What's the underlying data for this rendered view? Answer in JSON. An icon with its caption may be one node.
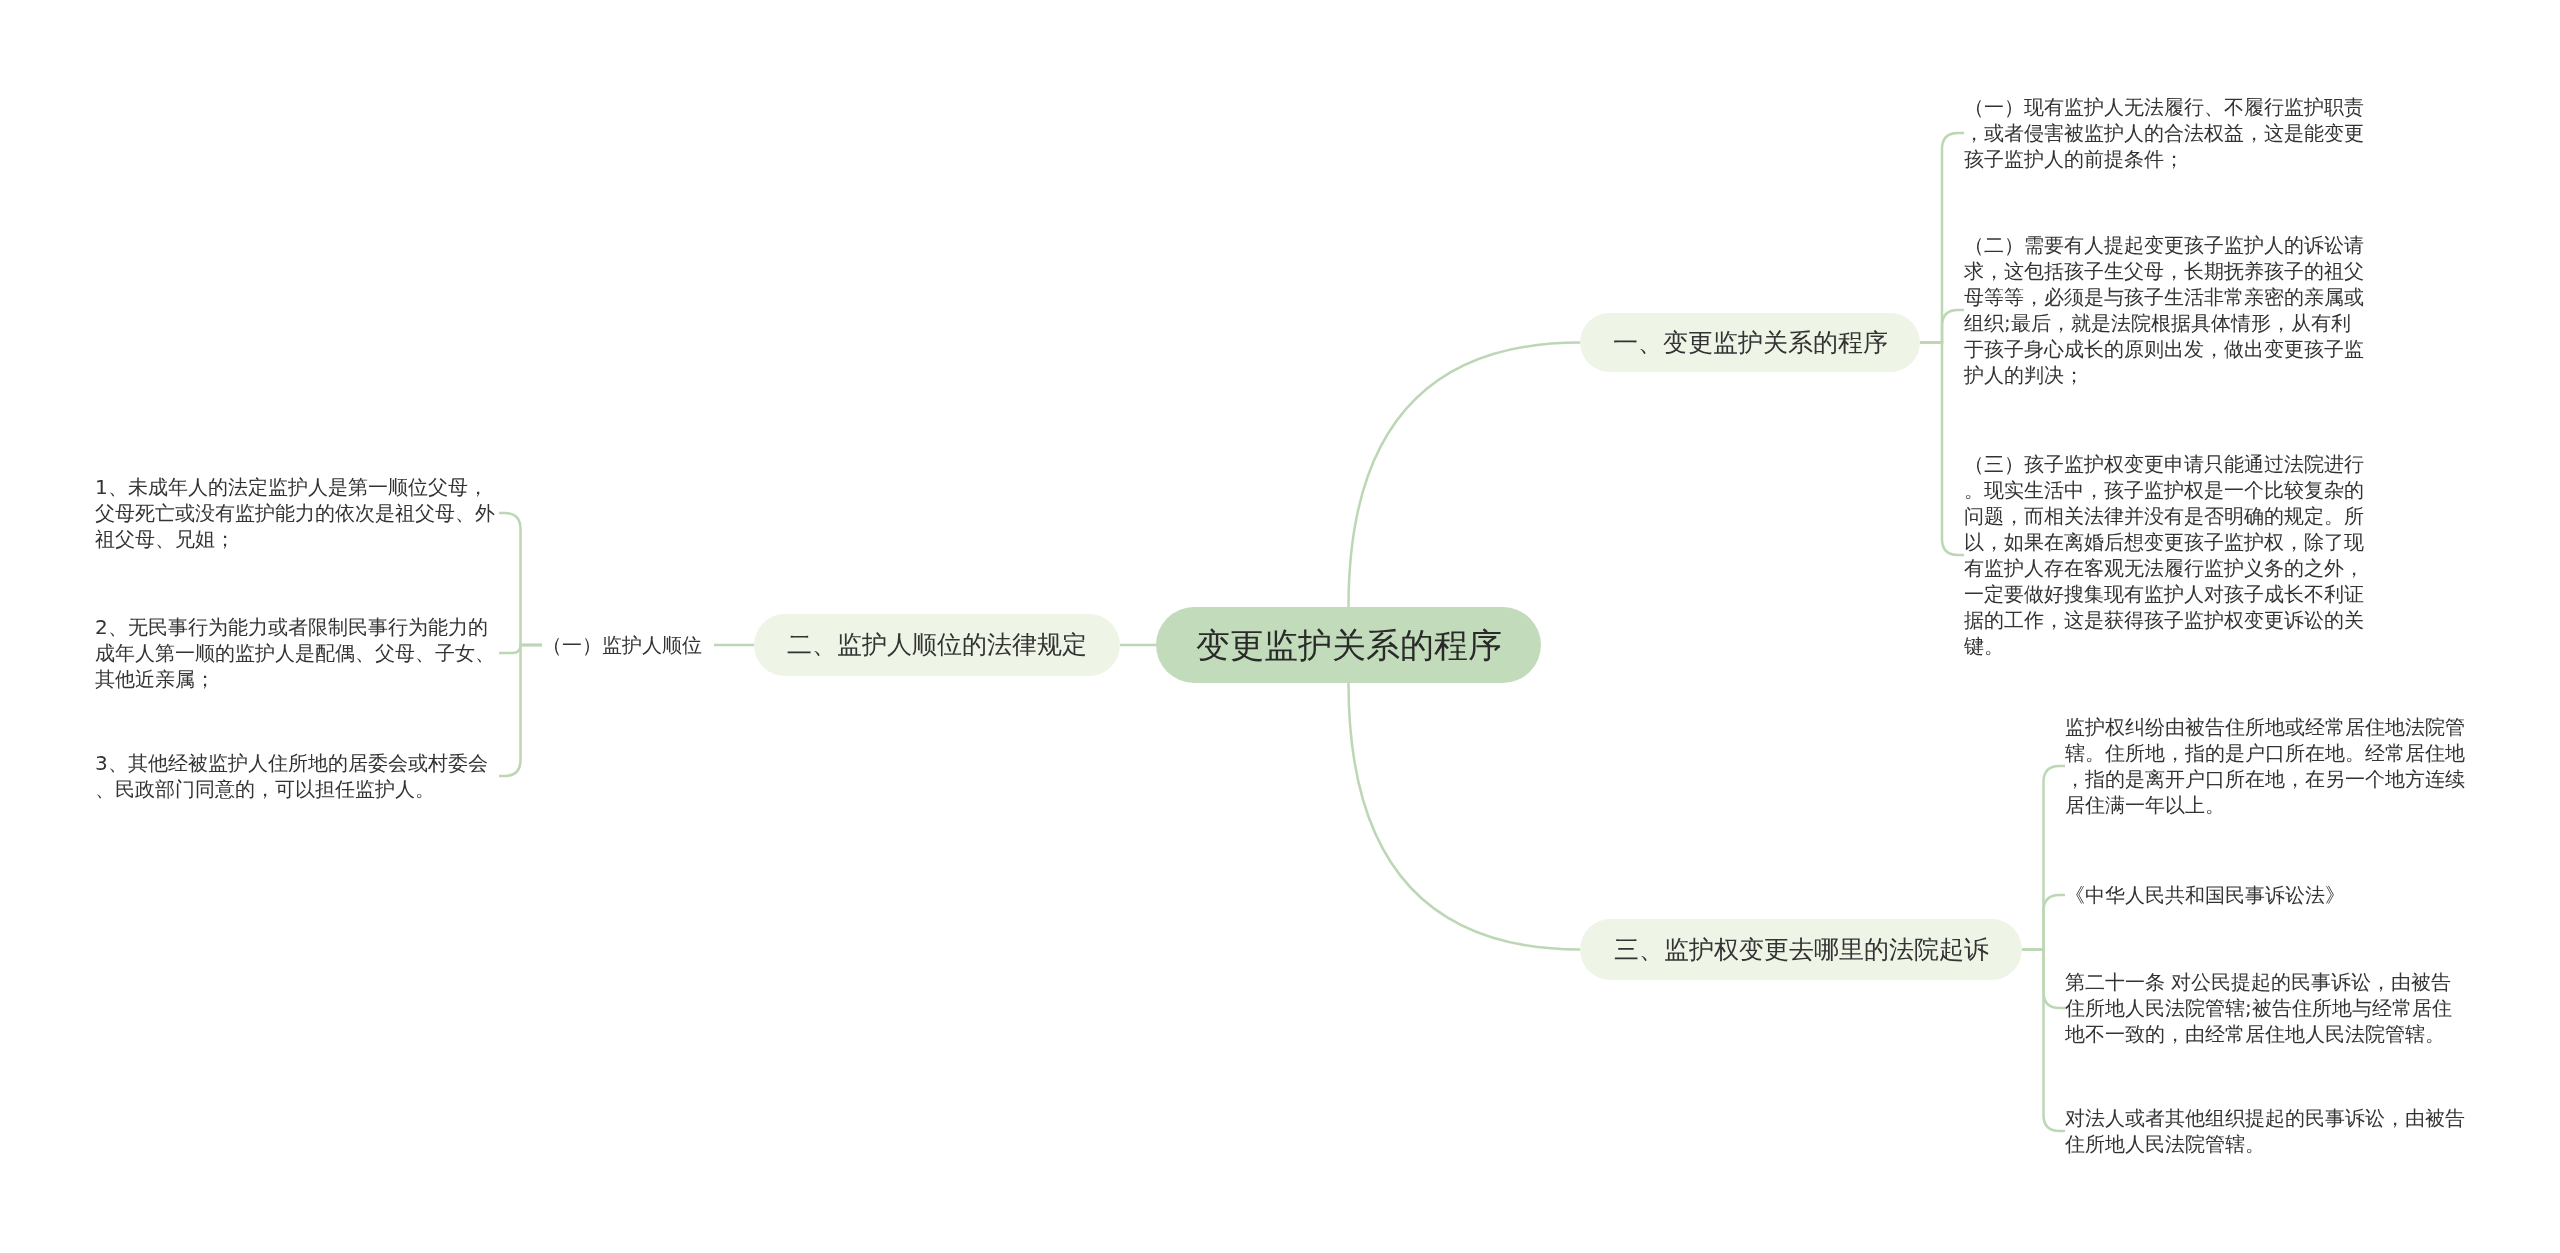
{
  "diagram": {
    "nodes": [
      {
        "text": [
          "变更监护关系的程序"
        ]
      },
      {
        "text": [
          "一、变更监护关系的程序"
        ]
      },
      {
        "text": [
          "（一）现有监护人无法履行、不履行监护职责，或者侵害被监护人的合法权益，这是能变更孩子监护人的前提条件；"
        ]
      },
      {
        "text": [
          "（二）需要有人提起变更孩子监护人的诉讼请求，这包括孩子生父母，长期抚养孩子的祖父母等等，必须是与孩子生活非常亲密的亲属或组织;最后，就是法院根据具体情形，从有利于孩子身心成长的原则出发，做出变更孩子监护人的判决；"
        ]
      },
      {
        "text": [
          "（三）孩子监护权变更申请只能通过法院进行。现实生活中，孩子监护权是一个比较复杂的问题，而相关法律并没有是否明确的规定。所以，如果在离婚后想变更孩子监护权，除了现有监护人存在客观无法履行监护义务的之外，一定要做好搜集现有监护人对孩子成长不利证据的工作，这是获得孩子监护权变更诉讼的关键。"
        ]
      },
      {
        "text": [
          "二、监护人顺位的法律规定"
        ]
      },
      {
        "text": [
          "（一）监护人顺位"
        ]
      },
      {
        "text": [
          "1、未成年人的法定监护人是第一顺位父母，父母死亡或没有监护能力的依次是祖父母、外祖父母、兄姐；"
        ]
      },
      {
        "text": [
          "2、无民事行为能力或者限制民事行为能力的成年人第一顺的监护人是配偶、父母、子女、其他近亲属；"
        ]
      },
      {
        "text": [
          "3、其他经被监护人住所地的居委会或村委会、民政部门同意的，可以担任监护人。"
        ]
      },
      {
        "text": [
          "三、监护权变更去哪里的法院起诉"
        ]
      },
      {
        "text": [
          "监护权纠纷由被告住所地或经常居住地法院管辖。住所地，指的是户口所在地。经常居住地，指的是离开户口所在地，在另一个地方连续居住满一年以上。"
        ]
      },
      {
        "text": [
          "《中华人民共和国民事诉讼法》"
        ]
      },
      {
        "text": [
          "第二十一条 对公民提起的民事诉讼，由被告住所地人民法院管辖;被告住所地与经常居住地不一致的，由经常居住地人民法院管辖。"
        ]
      },
      {
        "text": [
          "对法人或者其他组织提起的民事诉讼，由被告住所地人民法院管辖。"
        ]
      }
    ],
    "edges": [
      {
        "from": 0,
        "to": 1,
        "arrow": "none"
      },
      {
        "from": 1,
        "to": 2,
        "arrow": "none"
      },
      {
        "from": 1,
        "to": 3,
        "arrow": "none"
      },
      {
        "from": 1,
        "to": 4,
        "arrow": "none"
      },
      {
        "from": 0,
        "to": 5,
        "arrow": "none"
      },
      {
        "from": 5,
        "to": 6,
        "arrow": "none"
      },
      {
        "from": 6,
        "to": 7,
        "arrow": "none"
      },
      {
        "from": 6,
        "to": 8,
        "arrow": "none"
      },
      {
        "from": 6,
        "to": 9,
        "arrow": "none"
      },
      {
        "from": 0,
        "to": 10,
        "arrow": "none"
      },
      {
        "from": 10,
        "to": 11,
        "arrow": "none"
      },
      {
        "from": 10,
        "to": 12,
        "arrow": "none"
      },
      {
        "from": 10,
        "to": 13,
        "arrow": "none"
      },
      {
        "from": 10,
        "to": 14,
        "arrow": "none"
      }
    ]
  }
}
